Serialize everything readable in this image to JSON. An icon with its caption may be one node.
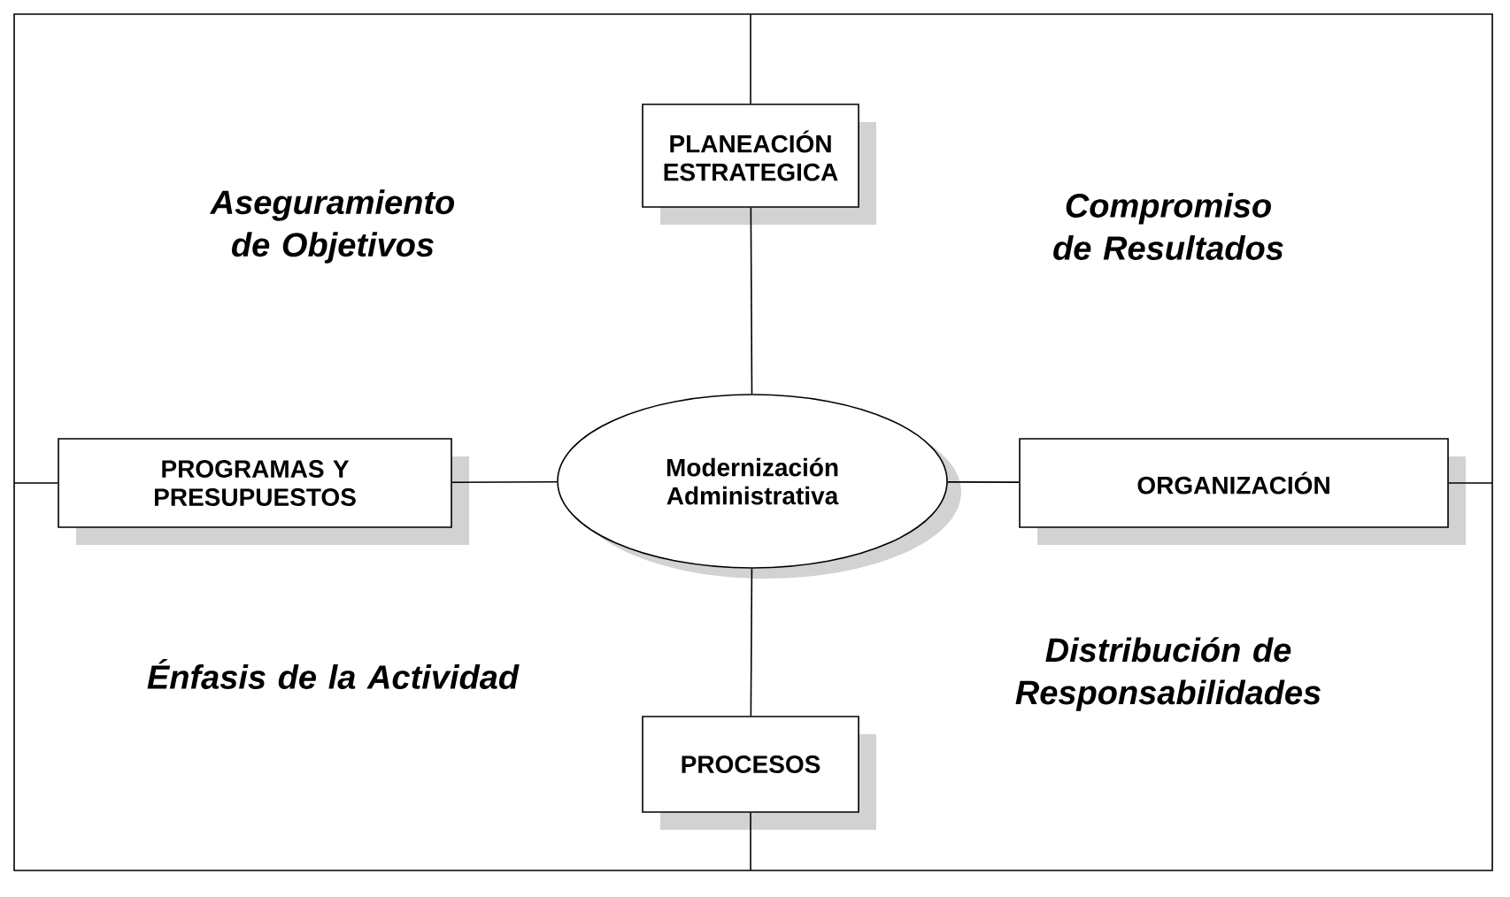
{
  "diagram": {
    "nodes": [
      {
        "text": [
          "PLANEACIÓN ESTRATEGICA"
        ]
      },
      {
        "text": [
          "PROGRAMAS Y PRESUPUESTOS"
        ]
      },
      {
        "text": [
          "Modernización Administrativa"
        ]
      },
      {
        "text": [
          "ORGANIZACIÓN"
        ]
      },
      {
        "text": [
          "PROCESOS"
        ]
      }
    ],
    "edges": [
      {
        "from": 2,
        "to": 0,
        "arrow": "none"
      },
      {
        "from": 2,
        "to": 1,
        "arrow": "none"
      },
      {
        "from": 2,
        "to": 3,
        "arrow": "none"
      },
      {
        "from": 2,
        "to": 4,
        "arrow": "none"
      }
    ],
    "labels": [
      "Aseguramiento de Objetivos",
      "Compromiso de Resultados",
      "Énfasis de la Actividad",
      "Distribución de Responsabilidades"
    ]
  }
}
